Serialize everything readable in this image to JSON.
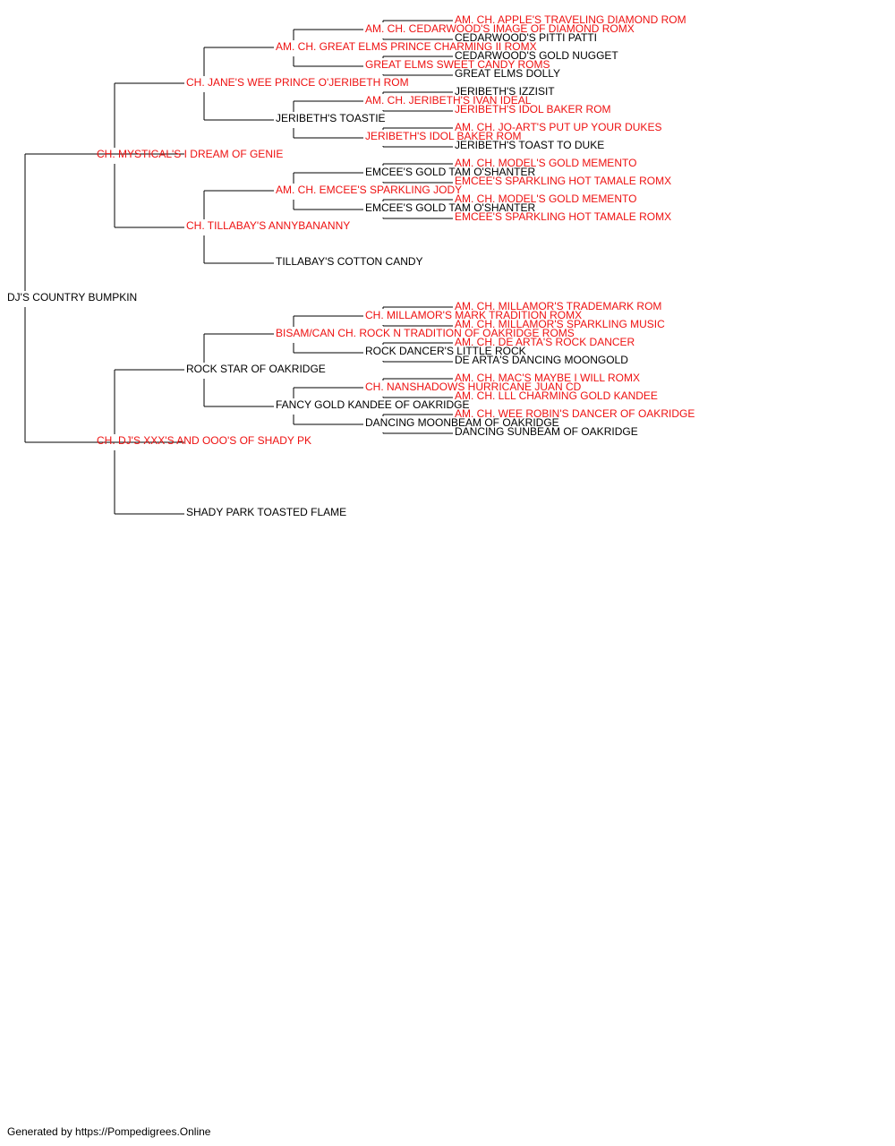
{
  "colors": {
    "champion": "#ee1111",
    "normal": "#000000",
    "line": "#000000"
  },
  "subject": {
    "name": "DJ'S COUNTRY BUMPKIN",
    "champion": false
  },
  "sire": {
    "name": "CH. MYSTICAL'S I DREAM OF GENIE",
    "champion": true,
    "sire": {
      "name": "CH. JANE'S WEE PRINCE O'JERIBETH ROM",
      "champion": true,
      "sire": {
        "name": "AM. CH. GREAT ELMS PRINCE CHARMING II ROMX",
        "champion": true,
        "sire": {
          "name": "AM. CH. CEDARWOOD'S IMAGE OF DIAMOND ROMX",
          "champion": true,
          "sire": {
            "name": "AM. CH. APPLE'S TRAVELING DIAMOND ROM",
            "champion": true
          },
          "dam": {
            "name": "CEDARWOOD'S PITTI PATTI",
            "champion": false
          }
        },
        "dam": {
          "name": "GREAT ELMS SWEET CANDY ROMS",
          "champion": true,
          "sire": {
            "name": "CEDARWOOD'S GOLD NUGGET",
            "champion": false
          },
          "dam": {
            "name": "GREAT ELMS DOLLY",
            "champion": false
          }
        }
      },
      "dam": {
        "name": "JERIBETH'S TOASTIE",
        "champion": false,
        "sire": {
          "name": "AM. CH. JERIBETH'S IVAN IDEAL",
          "champion": true,
          "sire": {
            "name": "JERIBETH'S IZZISIT",
            "champion": false
          },
          "dam": {
            "name": "JERIBETH'S IDOL BAKER ROM",
            "champion": true
          }
        },
        "dam": {
          "name": "JERIBETH'S IDOL BAKER ROM",
          "champion": true,
          "sire": {
            "name": "AM. CH. JO-ART'S PUT UP YOUR DUKES",
            "champion": true
          },
          "dam": {
            "name": "JERIBETH'S TOAST TO DUKE",
            "champion": false
          }
        }
      }
    },
    "dam": {
      "name": "CH. TILLABAY'S ANNYBANANNY",
      "champion": true,
      "sire": {
        "name": "AM. CH. EMCEE'S SPARKLING JODY",
        "champion": true,
        "sire": {
          "name": "EMCEE'S GOLD TAM O'SHANTER",
          "champion": false,
          "sire": {
            "name": "AM. CH. MODEL'S GOLD MEMENTO",
            "champion": true
          },
          "dam": {
            "name": "EMCEE'S SPARKLING HOT TAMALE ROMX",
            "champion": true
          }
        },
        "dam": {
          "name": "EMCEE'S GOLD TAM O'SHANTER",
          "champion": false,
          "sire": {
            "name": "AM. CH. MODEL'S GOLD MEMENTO",
            "champion": true
          },
          "dam": {
            "name": "EMCEE'S SPARKLING HOT TAMALE ROMX",
            "champion": true
          }
        }
      },
      "dam": {
        "name": "TILLABAY'S COTTON CANDY",
        "champion": false
      }
    }
  },
  "dam": {
    "name": "CH. DJ'S XXX'S AND OOO'S OF SHADY PK",
    "champion": true,
    "sire": {
      "name": "ROCK STAR OF OAKRIDGE",
      "champion": false,
      "sire": {
        "name": "BISAM/CAN CH. ROCK N TRADITION OF OAKRIDGE ROMS",
        "champion": true,
        "sire": {
          "name": "CH. MILLAMOR'S MARK TRADITION ROMX",
          "champion": true,
          "sire": {
            "name": "AM. CH. MILLAMOR'S TRADEMARK ROM",
            "champion": true
          },
          "dam": {
            "name": "AM. CH. MILLAMOR'S SPARKLING MUSIC",
            "champion": true
          }
        },
        "dam": {
          "name": "ROCK DANCER'S LITTLE ROCK",
          "champion": false,
          "sire": {
            "name": "AM. CH. DE ARTA'S ROCK DANCER",
            "champion": true
          },
          "dam": {
            "name": "DE ARTA'S DANCING MOONGOLD",
            "champion": false
          }
        }
      },
      "dam": {
        "name": "FANCY GOLD KANDEE OF OAKRIDGE",
        "champion": false,
        "sire": {
          "name": "CH. NANSHADOWS HURRICANE JUAN CD",
          "champion": true,
          "sire": {
            "name": "AM. CH. MAC'S MAYBE I WILL ROMX",
            "champion": true
          },
          "dam": {
            "name": "AM. CH. LLL CHARMING GOLD KANDEE",
            "champion": true
          }
        },
        "dam": {
          "name": "DANCING MOONBEAM OF OAKRIDGE",
          "champion": false,
          "sire": {
            "name": "AM. CH. WEE ROBIN'S DANCER OF OAKRIDGE",
            "champion": true
          },
          "dam": {
            "name": "DANCING SUNBEAM OF OAKRIDGE",
            "champion": false
          }
        }
      }
    },
    "dam": {
      "name": "SHADY PARK TOASTED FLAME",
      "champion": false
    }
  },
  "footer": "Generated by https://Pompedigrees.Online"
}
